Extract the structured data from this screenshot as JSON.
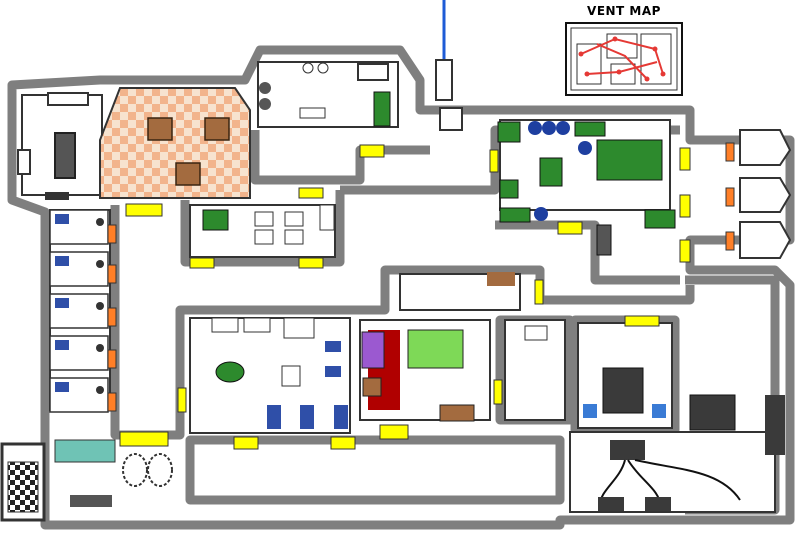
{
  "vent_map": {
    "title": "VENT MAP"
  },
  "palette": {
    "wall": "#7f7f7f",
    "wall_dark": "#3a3a3a",
    "floor": "#ffffff",
    "door_yellow": "#ffff00",
    "door_orange": "#ff7f27",
    "tile_light": "#f7e3cf",
    "tile_orange": "#f2b48c",
    "table_brown": "#a36b3f",
    "green": "#2d8a2d",
    "blue_bed": "#2f4fa8",
    "red_carpet": "#b00000",
    "purple": "#9b59d0",
    "vent_red": "#e53935",
    "beam_blue": "#1e5bd6"
  },
  "rooms": [
    {
      "id": "kitchen",
      "icon": "stove-icon"
    },
    {
      "id": "cafeteria",
      "icon": "dining-table-icon"
    },
    {
      "id": "upper-lab",
      "icon": "console-icon"
    },
    {
      "id": "reactor-hall",
      "icon": "reactor-icon"
    },
    {
      "id": "engine-room",
      "icon": "engine-icon"
    },
    {
      "id": "dorms",
      "icon": "bed-icon"
    },
    {
      "id": "medbay",
      "icon": "scanner-icon"
    },
    {
      "id": "office",
      "icon": "computer-icon"
    },
    {
      "id": "lounge",
      "icon": "sofa-icon"
    },
    {
      "id": "security",
      "icon": "monitor-icon"
    },
    {
      "id": "electrical",
      "icon": "wiring-icon"
    },
    {
      "id": "greenhouse",
      "icon": "tree-icon"
    },
    {
      "id": "game-room",
      "icon": "checkerboard-icon"
    }
  ]
}
